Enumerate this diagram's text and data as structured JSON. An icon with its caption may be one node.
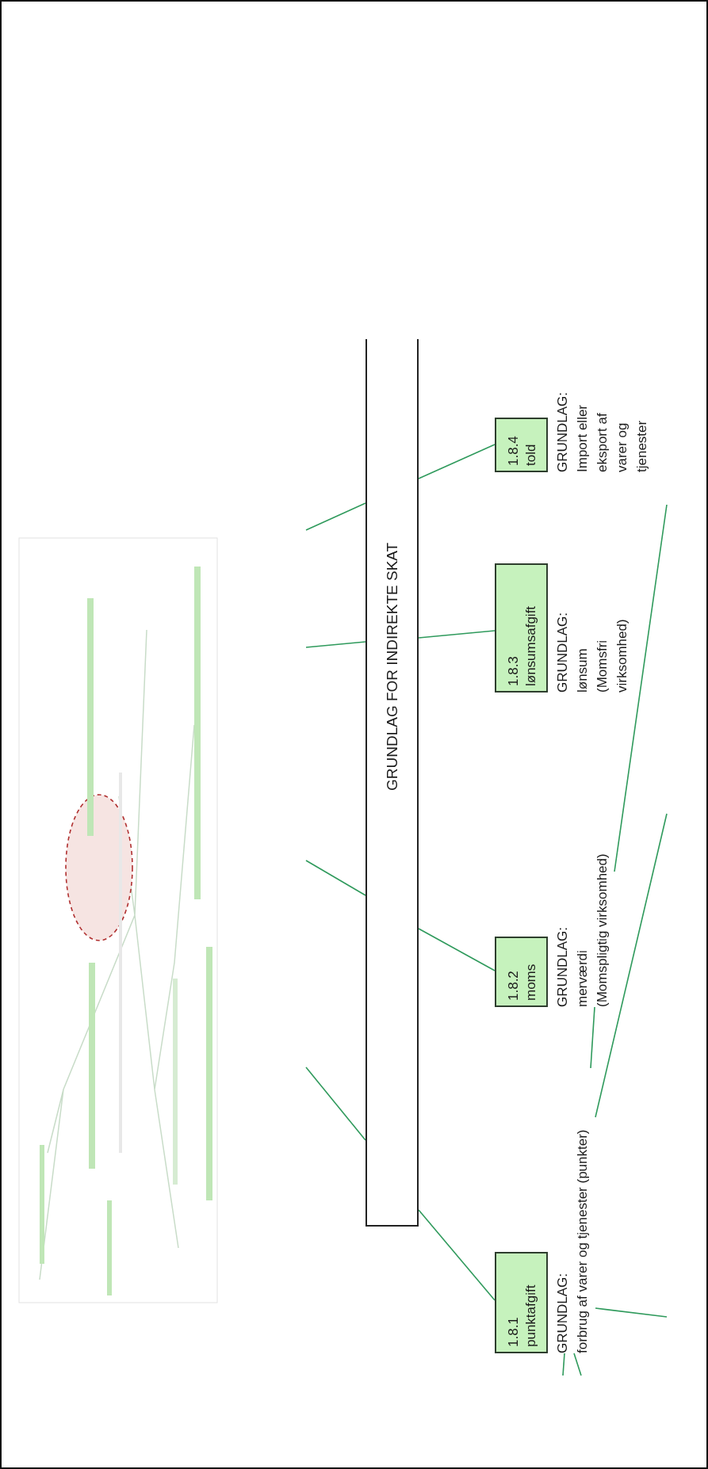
{
  "diagram": {
    "nodes": [
      {
        "text": [
          "GRUNDLAG FOR INDIREKTE SKAT"
        ]
      },
      {
        "text": [
          "1.8.1 punktafgift"
        ]
      },
      {
        "text": [
          "GRUNDLAG:",
          "forbrug af varer og tjenester (punkter)"
        ]
      },
      {
        "text": [
          "1.8.2 moms"
        ]
      },
      {
        "text": [
          "GRUNDLAG:",
          "merværdi",
          "(Momspligtig virksomhed)"
        ]
      },
      {
        "text": [
          "1.8.3 lønsumsafgift"
        ]
      },
      {
        "text": [
          "GRUNDLAG:",
          "lønsum",
          "(Momsfri virksomhed)"
        ]
      },
      {
        "text": [
          "1.8.4 told"
        ]
      },
      {
        "text": [
          "GRUNDLAG:",
          "Import eller eksport af varer og tjenester"
        ]
      }
    ],
    "edges": [
      {
        "from": null,
        "to": 0,
        "arrow": "none"
      },
      {
        "from": null,
        "to": 0,
        "arrow": "none"
      },
      {
        "from": null,
        "to": 0,
        "arrow": "none"
      },
      {
        "from": null,
        "to": 0,
        "arrow": "none"
      },
      {
        "from": 0,
        "to": 1,
        "arrow": "none"
      },
      {
        "from": 0,
        "to": 3,
        "arrow": "none"
      },
      {
        "from": 0,
        "to": 5,
        "arrow": "none"
      },
      {
        "from": 0,
        "to": 7,
        "arrow": "none"
      },
      {
        "from": 2,
        "to": null,
        "arrow": "none"
      },
      {
        "from": 2,
        "to": null,
        "arrow": "none"
      },
      {
        "from": 2,
        "to": 4,
        "arrow": "none"
      },
      {
        "from": 4,
        "to": null,
        "arrow": "none"
      },
      {
        "from": 2,
        "to": null,
        "arrow": "none"
      },
      {
        "from": 2,
        "to": null,
        "arrow": "none"
      }
    ]
  }
}
